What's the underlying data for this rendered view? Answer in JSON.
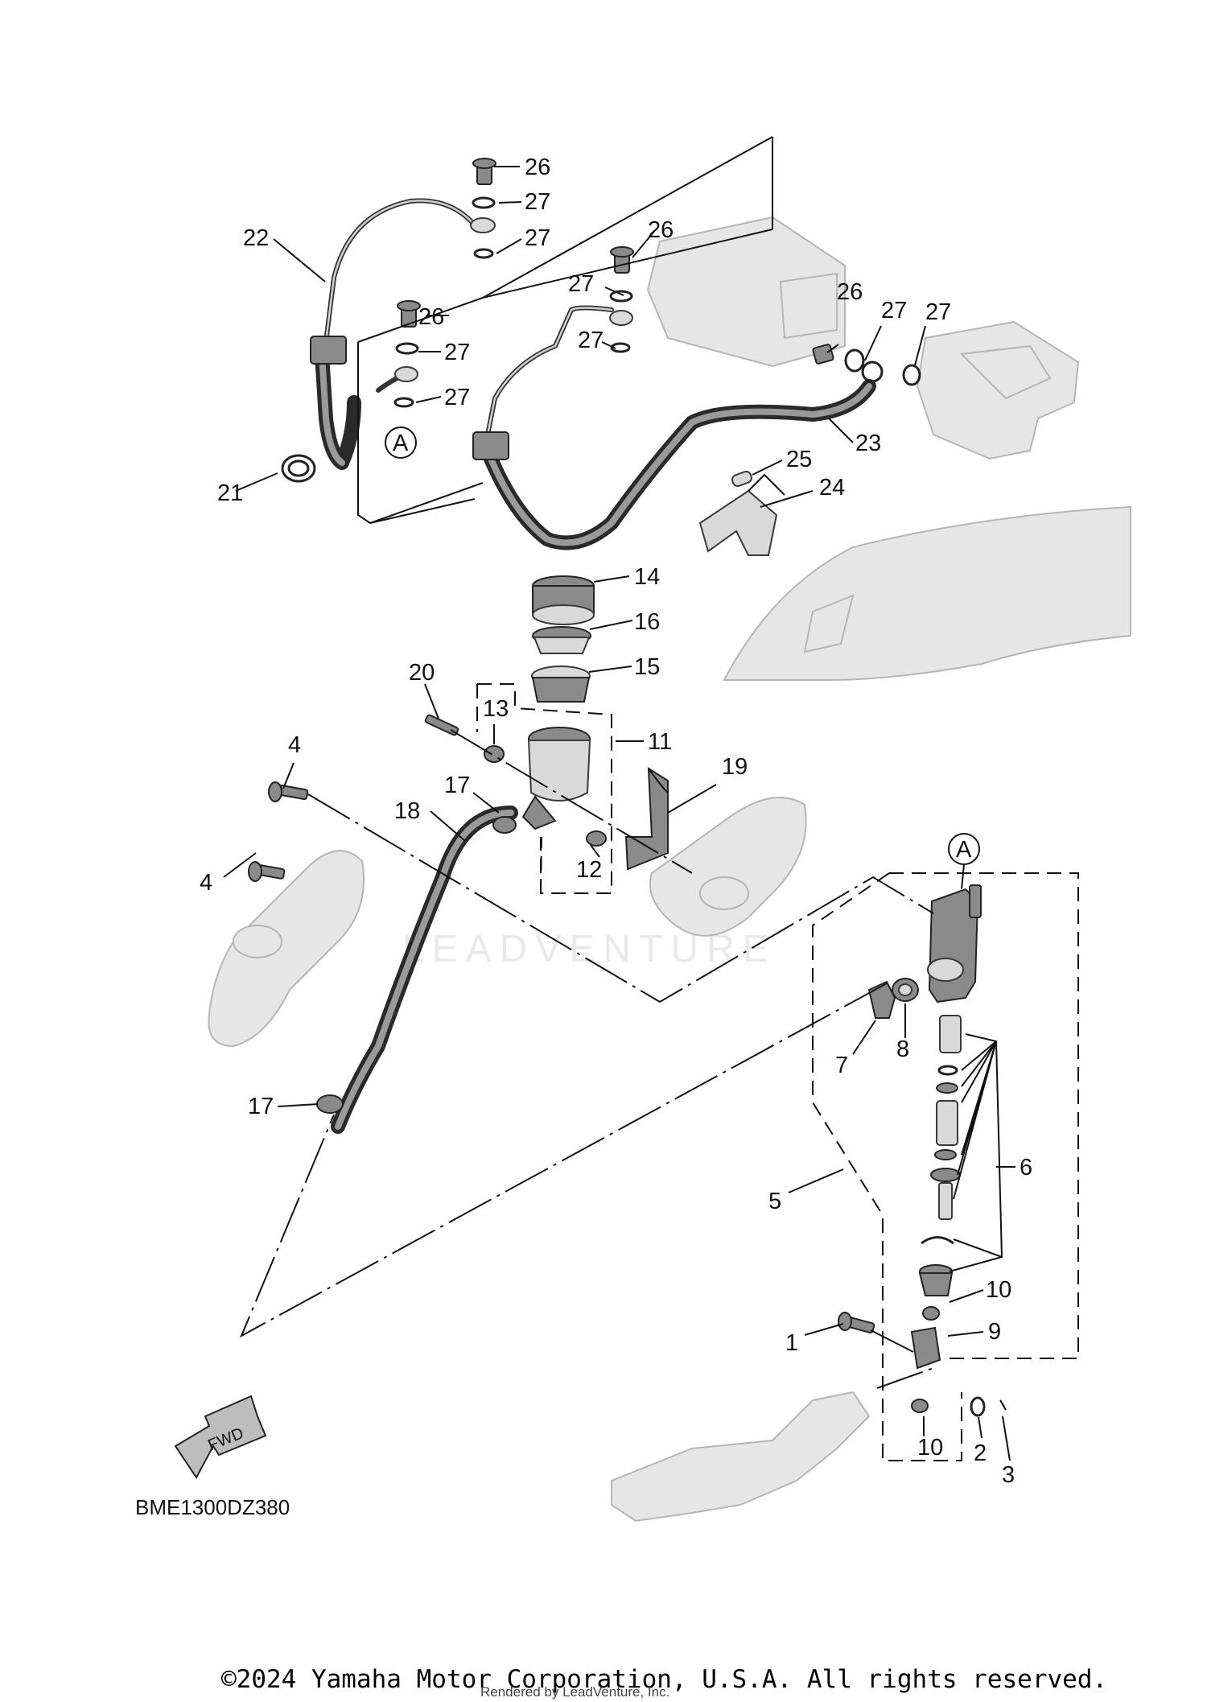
{
  "callouts": [
    "1",
    "2",
    "3",
    "4",
    "5",
    "6",
    "7",
    "8",
    "9",
    "10",
    "11",
    "12",
    "13",
    "14",
    "15",
    "16",
    "17",
    "18",
    "19",
    "20",
    "21",
    "22",
    "23",
    "24",
    "25",
    "26",
    "27"
  ],
  "reference_marker": "A",
  "fwd_label": "FWD",
  "diagram_code": "BME1300DZ380",
  "watermark": "LEADVENTURE",
  "copyright": "©2024 Yamaha Motor Corporation, U.S.A. All rights reserved.",
  "rendered_by": "Rendered by LeadVenture, Inc."
}
